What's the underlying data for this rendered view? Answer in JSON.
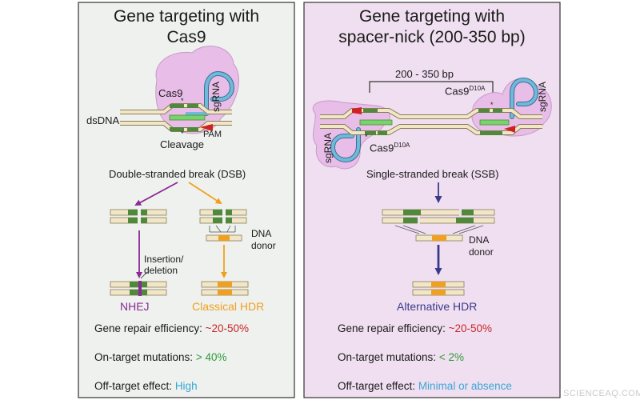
{
  "colors": {
    "left_panel_bg": "#eef1ee",
    "right_panel_bg": "#f0dff0",
    "dna_strand": "#f1e6c6",
    "dna_edge": "#8a7d5c",
    "cas9_blob": "#e8bde8",
    "sgrna": "#6fb9dc",
    "green_dark": "#4f8a3a",
    "green_light": "#79d36d",
    "pam_red": "#cf2121",
    "orange": "#f0a020",
    "purple": "#8a2a94",
    "navy": "#3a3a8c",
    "red_text": "#c8262a",
    "green_text": "#2e9a3a",
    "cyan_text": "#3aa7d4"
  },
  "left": {
    "title_line1": "Gene targeting with",
    "title_line2": "Cas9",
    "cas9_label": "Cas9",
    "sgrna_label": "sgRNA",
    "dsdna_label": "dsDNA",
    "pam_label": "PAM",
    "cleavage_label": "Cleavage",
    "break_label": "Double-stranded break (DSB)",
    "indel_line1": "Insertion/",
    "indel_line2": "deletion",
    "donor_line1": "DNA",
    "donor_line2": "donor",
    "nhej_label": "NHEJ",
    "hdr_label": "Classical HDR",
    "stats": [
      {
        "label": "Gene repair efficiency: ",
        "value": "~20-50%"
      },
      {
        "label": "On-target mutations: ",
        "value": "> 40%"
      },
      {
        "label": "Off-target effect: ",
        "value": "High"
      }
    ]
  },
  "right": {
    "title_line1": "Gene targeting with",
    "title_line2": "spacer-nick (200-350 bp)",
    "range_label": "200 - 350 bp",
    "cas9_base": "Cas9",
    "cas9_sup": "D10A",
    "sgrna_label": "sgRNA",
    "break_label": "Single-stranded break (SSB)",
    "donor_line1": "DNA",
    "donor_line2": "donor",
    "hdr_label": "Alternative HDR",
    "stats": [
      {
        "label": "Gene repair efficiency: ",
        "value": "~20-50%"
      },
      {
        "label": "On-target mutations: ",
        "value": "< 2%"
      },
      {
        "label": "Off-target effect: ",
        "value": "Minimal or absence"
      }
    ]
  },
  "watermark": "SCIENCEAQ.COM"
}
